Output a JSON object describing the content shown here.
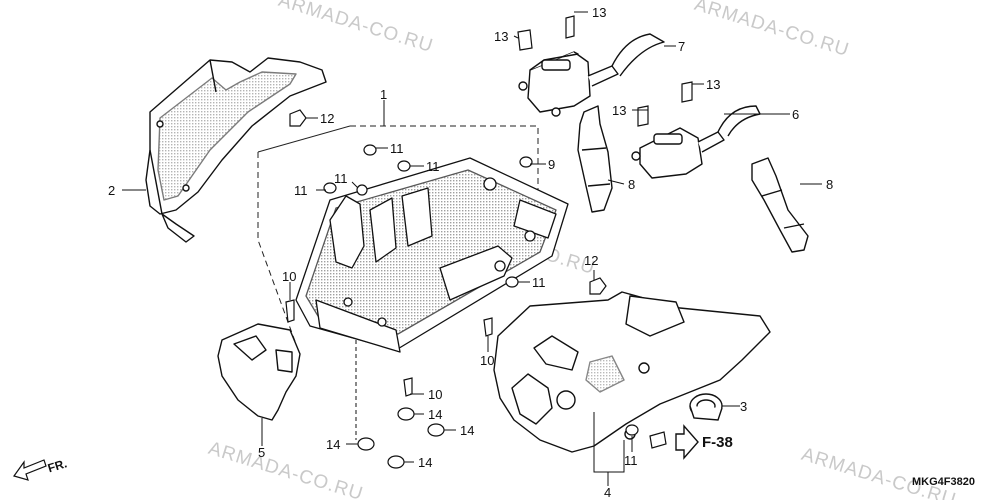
{
  "watermark": "ARMADA-CO.RU",
  "diagram_code": "MKG4F3820",
  "reference": "F-38",
  "front_marker": "FR.",
  "callouts": {
    "c1": "1",
    "c2": "2",
    "c3": "3",
    "c4": "4",
    "c5": "5",
    "c6": "6",
    "c7": "7",
    "c8a": "8",
    "c8b": "8",
    "c9": "9",
    "c10a": "10",
    "c10b": "10",
    "c10c": "10",
    "c11a": "11",
    "c11b": "11",
    "c11c": "11",
    "c11d": "11",
    "c11e": "11",
    "c11f": "11",
    "c12a": "12",
    "c12b": "12",
    "c13a": "13",
    "c13b": "13",
    "c13c": "13",
    "c13d": "13",
    "c14a": "14",
    "c14b": "14",
    "c14c": "14",
    "c14d": "14"
  }
}
